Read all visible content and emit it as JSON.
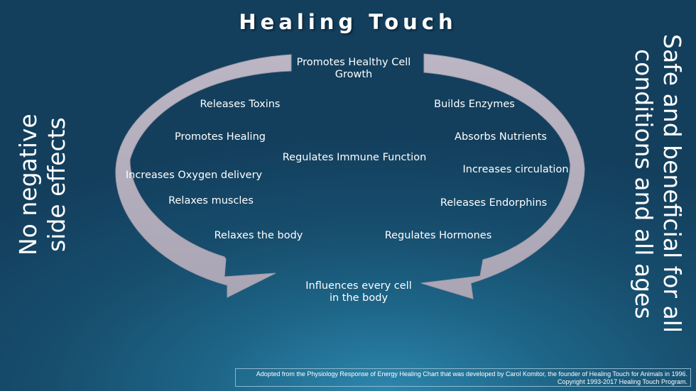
{
  "title": "Healing Touch",
  "nodes": {
    "top": [
      "Promotes Healthy Cell",
      "Growth"
    ],
    "releases_toxins": "Releases Toxins",
    "promotes_healing": "Promotes Healing",
    "increases_oxygen": "Increases Oxygen delivery",
    "relaxes_muscles": "Relaxes muscles",
    "relaxes_body": "Relaxes the body",
    "regulates_immune": "Regulates Immune Function",
    "builds_enzymes": "Builds Enzymes",
    "absorbs_nutrients": "Absorbs Nutrients",
    "increases_circulation": "Increases circulation",
    "releases_endorphins": "Releases Endorphins",
    "regulates_hormones": "Regulates Hormones",
    "bottom": [
      "Influences every cell",
      "in the body"
    ]
  },
  "left_text": [
    "No negative",
    "side effects"
  ],
  "right_text": [
    "Safe and beneficial for all",
    "conditions and all ages"
  ],
  "footnote": [
    "Adopted from the Physiology Response of Energy Healing Chart that was developed by Carol Komitor, the founder of Healing Touch for Animals in 1996.",
    "Copyright 1993-2017 Healing Touch Program."
  ],
  "colors": {
    "arrow_fill": "#b5b0be",
    "background": "#174d6d",
    "text": "#ffffff"
  }
}
